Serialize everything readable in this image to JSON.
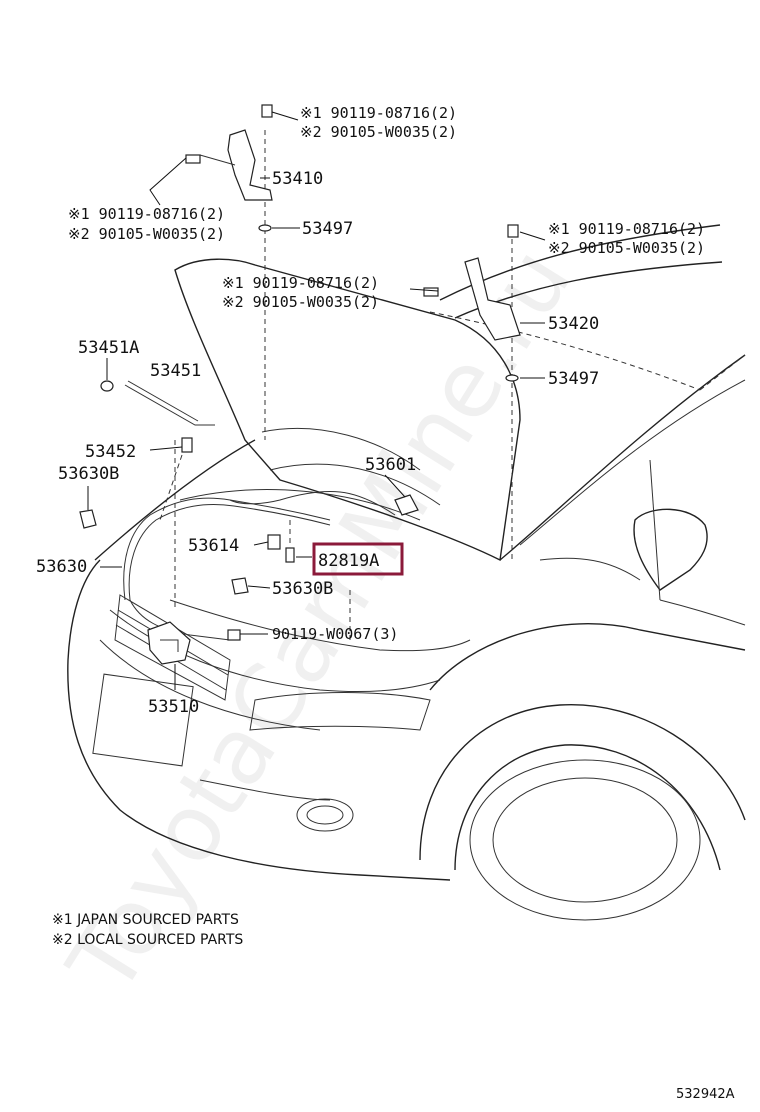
{
  "watermark": "ToyotaCamMine.ru",
  "callouts": [
    {
      "id": "t1a",
      "text": "※1 90119-08716(2)"
    },
    {
      "id": "t1b",
      "text": "※2 90105-W0035(2)"
    },
    {
      "id": "p53410",
      "text": "53410"
    },
    {
      "id": "t2a",
      "text": "※1 90119-08716(2)"
    },
    {
      "id": "t2b",
      "text": "※2 90105-W0035(2)"
    },
    {
      "id": "p53497a",
      "text": "53497"
    },
    {
      "id": "t3a",
      "text": "※1 90119-08716(2)"
    },
    {
      "id": "t3b",
      "text": "※2 90105-W0035(2)"
    },
    {
      "id": "t4a",
      "text": "※1 90119-08716(2)"
    },
    {
      "id": "t4b",
      "text": "※2 90105-W0035(2)"
    },
    {
      "id": "p53420",
      "text": "53420"
    },
    {
      "id": "p53497b",
      "text": "53497"
    },
    {
      "id": "p53451A",
      "text": "53451A"
    },
    {
      "id": "p53451",
      "text": "53451"
    },
    {
      "id": "p53452",
      "text": "53452"
    },
    {
      "id": "p53630B1",
      "text": "53630B"
    },
    {
      "id": "p53601",
      "text": "53601"
    },
    {
      "id": "p53614",
      "text": "53614"
    },
    {
      "id": "p82819A",
      "text": "82819A"
    },
    {
      "id": "p53630",
      "text": "53630"
    },
    {
      "id": "p53630B2",
      "text": "53630B"
    },
    {
      "id": "pbolt",
      "text": "90119-W0067(3)"
    },
    {
      "id": "p53510",
      "text": "53510"
    }
  ],
  "highlight_part": "82819A",
  "highlight_color": "#8b1a3a",
  "notes": [
    "※1 JAPAN SOURCED PARTS",
    "※2 LOCAL SOURCED PARTS"
  ],
  "diagram_code": "532942A"
}
